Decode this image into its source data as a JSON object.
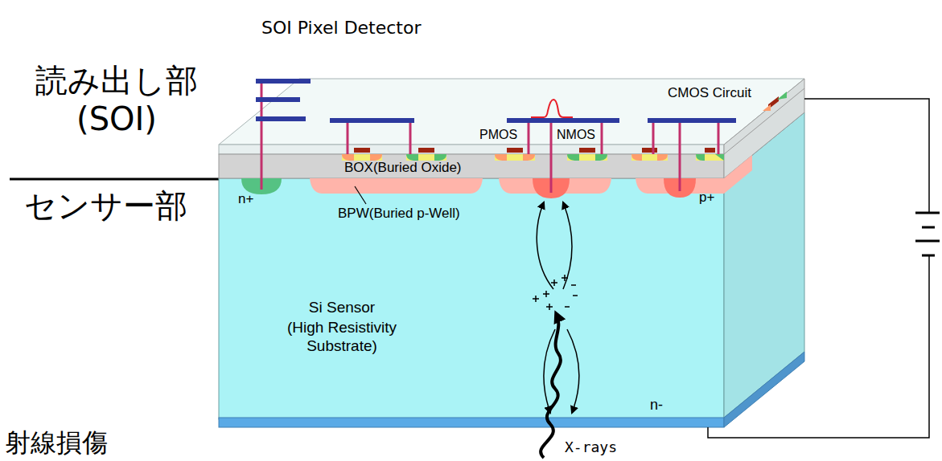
{
  "diagram": {
    "title": "SOI Pixel Detector",
    "labels": [
      "読み出し部 (SOI)",
      "センサー部",
      "CMOS Circuit",
      "PMOS",
      "NMOS",
      "BOX(Buried Oxide)",
      "n+",
      "BPW(Buried p-Well)",
      "p+",
      "Si Sensor",
      "(High Resistivity Substrate)",
      "n-",
      "X-rays",
      "射線損傷"
    ]
  }
}
